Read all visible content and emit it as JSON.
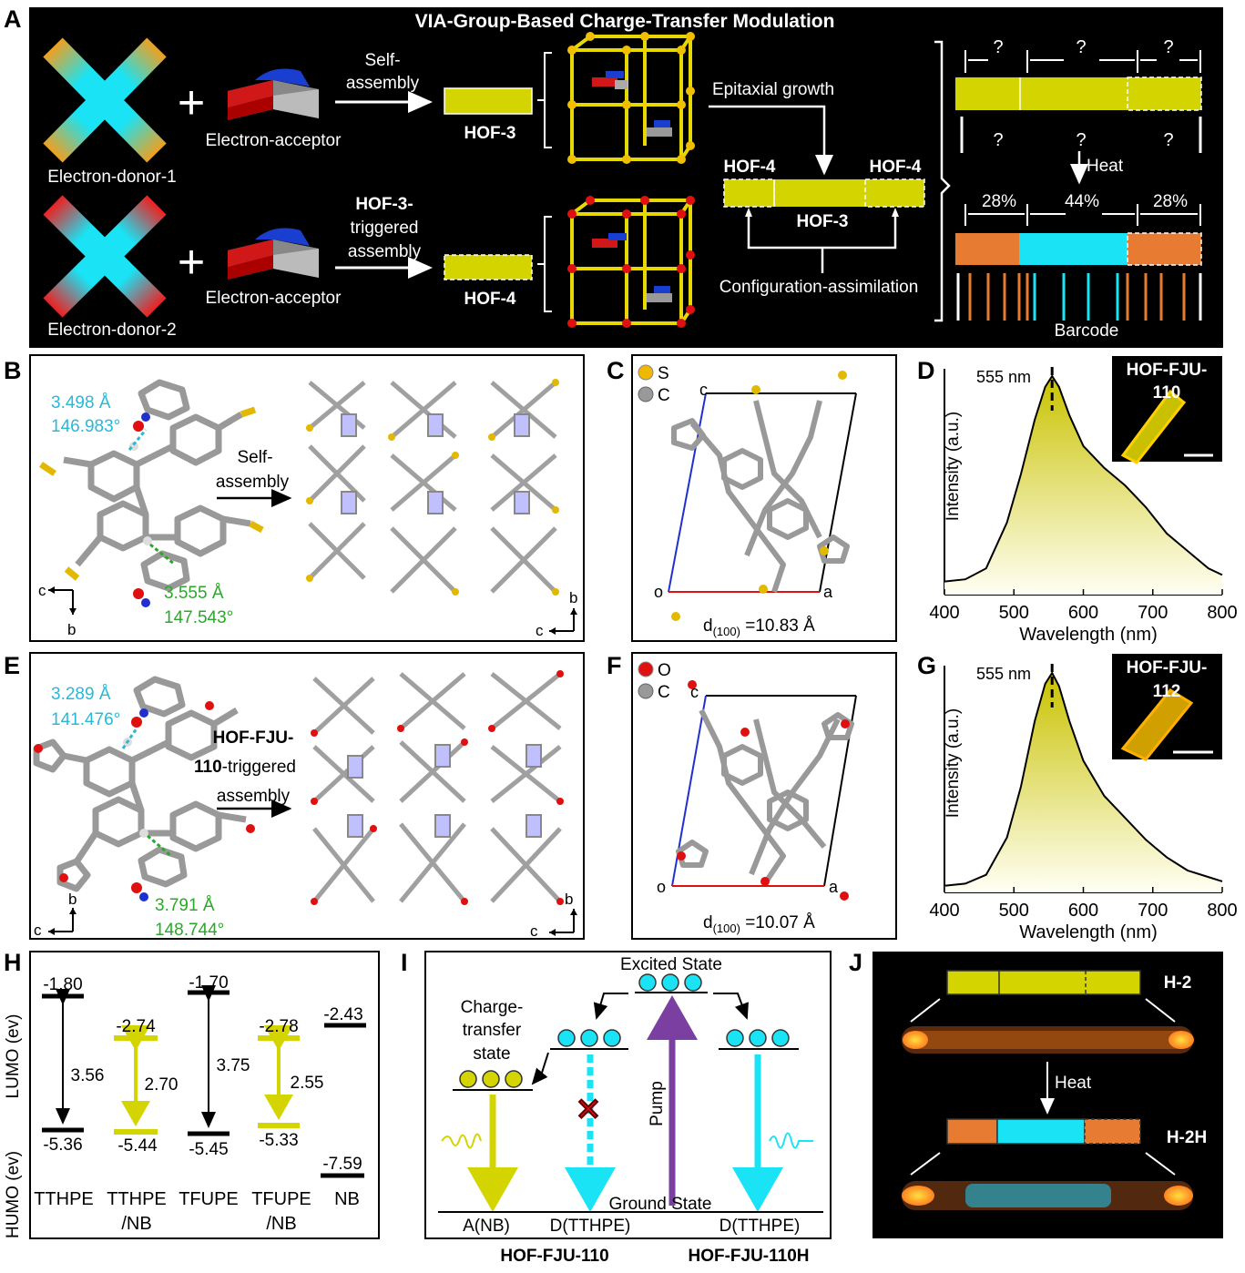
{
  "panel_labels": {
    "A": "A",
    "B": "B",
    "C": "C",
    "D": "D",
    "E": "E",
    "F": "F",
    "G": "G",
    "H": "H",
    "I": "I",
    "J": "J"
  },
  "colors": {
    "yellow": "#d4d400",
    "cyan": "#19e3f5",
    "orange": "#e87b32",
    "red": "#e01010",
    "purple": "#7a3fa0",
    "black_bg": "#000000"
  },
  "panelA": {
    "title": "VIA-Group-Based Charge-Transfer Modulation",
    "donor1": "Electron-donor-1",
    "donor2": "Electron-donor-2",
    "acceptor1": "Electron-acceptor",
    "acceptor2": "Electron-acceptor",
    "self_line1": "Self-",
    "self_line2": "assembly",
    "hof3": "HOF-3",
    "hof4": "HOF-4",
    "trig_line1": "HOF-3-",
    "trig_line2": "triggered",
    "trig_line3": "assembly",
    "epitaxial": "Epitaxial growth",
    "hof4_left": "HOF-4",
    "hof4_right": "HOF-4",
    "hof3_center": "HOF-3",
    "config": "Configuration-assimilation",
    "q1": "?",
    "q2": "?",
    "q3": "?",
    "q4": "?",
    "q5": "?",
    "q6": "?",
    "heat": "Heat",
    "pct1": "28%",
    "pct2": "44%",
    "pct3": "28%",
    "barcode": "Barcode"
  },
  "panelB": {
    "dist1": "3.498 Å",
    "ang1": "146.983°",
    "dist2": "3.555 Å",
    "ang2": "147.543°",
    "arrow_line1": "Self-",
    "arrow_line2": "assembly",
    "axis_c": "c",
    "axis_b": "b",
    "axis_b2": "b",
    "axis_c2": "c"
  },
  "panelC": {
    "legend_s": "S",
    "legend_c": "C",
    "c": "c",
    "o": "o",
    "a": "a",
    "d_prefix": "d",
    "d_sub": "(100)",
    "d_value": " =10.83 Å"
  },
  "panelD": {
    "peak": "555 nm",
    "ylabel": "Intensity (a.u.)",
    "xlabel": "Wavelength (nm)",
    "inset_line1": "HOF-FJU-",
    "inset_line2": "110"
  },
  "panelE": {
    "dist1": "3.289 Å",
    "ang1": "141.476°",
    "dist2": "3.791 Å",
    "ang2": "148.744°",
    "arrow_line1": "HOF-FJU-",
    "arrow_line2b": "110",
    "arrow_line2": "-triggered",
    "arrow_line3": "assembly",
    "axis_c": "c",
    "axis_b": "b",
    "axis_b2": "b",
    "axis_c2": "c"
  },
  "panelF": {
    "legend_o": "O",
    "legend_c": "C",
    "c": "c",
    "o": "o",
    "a": "a",
    "d_prefix": "d",
    "d_sub": "(100)",
    "d_value": " =10.07 Å"
  },
  "panelG": {
    "peak": "555 nm",
    "ylabel": "Intensity (a.u.)",
    "xlabel": "Wavelength (nm)",
    "inset_line1": "HOF-FJU-",
    "inset_line2": "112"
  },
  "panelH": {
    "lumo_axis": "LUMO (ev)",
    "humo_axis": "HUMO (ev)",
    "l1": "-1.80",
    "h1": "-5.36",
    "g1": "3.56",
    "l2": "-2.74",
    "h2": "-5.44",
    "g2": "2.70",
    "l3": "-1.70",
    "h3": "-5.45",
    "g3": "3.75",
    "l4": "-2.78",
    "h4": "-5.33",
    "g4": "2.55",
    "l5": "-2.43",
    "h5": "-7.59",
    "c1": "TTHPE",
    "c2a": "TTHPE",
    "c2b": "/NB",
    "c3": "TFUPE",
    "c4a": "TFUPE",
    "c4b": "/NB",
    "c5": "NB"
  },
  "panelI": {
    "excited": "Excited State",
    "ct1": "Charge-",
    "ct2": "transfer",
    "ct3": "state",
    "pump": "Pump",
    "ground": "Ground State",
    "a_nb": "A(NB)",
    "d1": "D(TTHPE)",
    "d2": "D(TTHPE)",
    "hof110": "HOF-FJU-110",
    "hof110h": "HOF-FJU-110H"
  },
  "panelJ": {
    "h2": "H-2",
    "heat": "Heat",
    "h2h": "H-2H"
  },
  "chart_data": [
    {
      "type": "line",
      "title": "",
      "xlabel": "Wavelength (nm)",
      "ylabel": "Intensity (a.u.)",
      "xlim": [
        400,
        800
      ],
      "x_ticks": [
        "400",
        "500",
        "600",
        "700",
        "800"
      ],
      "annotation": "555 nm",
      "peak_x": 555,
      "x": [
        400,
        430,
        460,
        490,
        510,
        530,
        545,
        555,
        565,
        580,
        600,
        630,
        660,
        690,
        720,
        750,
        780,
        800
      ],
      "y": [
        0.06,
        0.07,
        0.12,
        0.33,
        0.55,
        0.8,
        0.95,
        1.0,
        0.95,
        0.82,
        0.68,
        0.58,
        0.5,
        0.4,
        0.28,
        0.2,
        0.12,
        0.09
      ]
    },
    {
      "type": "line",
      "title": "",
      "xlabel": "Wavelength (nm)",
      "ylabel": "Intensity (a.u.)",
      "xlim": [
        400,
        800
      ],
      "x_ticks": [
        "400",
        "500",
        "600",
        "700",
        "800"
      ],
      "annotation": "555 nm",
      "peak_x": 555,
      "x": [
        400,
        430,
        460,
        490,
        510,
        530,
        545,
        555,
        565,
        580,
        600,
        630,
        660,
        690,
        720,
        750,
        780,
        800
      ],
      "y": [
        0.03,
        0.04,
        0.08,
        0.25,
        0.48,
        0.78,
        0.95,
        1.0,
        0.94,
        0.78,
        0.6,
        0.44,
        0.34,
        0.24,
        0.16,
        0.1,
        0.07,
        0.05
      ]
    }
  ]
}
